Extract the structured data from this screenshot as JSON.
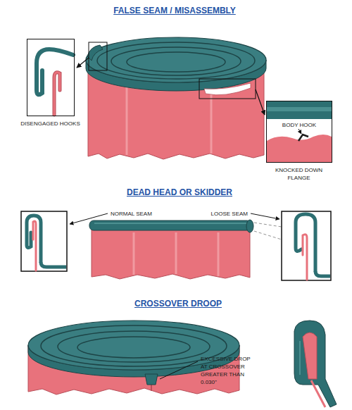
{
  "diagram": {
    "nodes": [
      {
        "text": [
          "DISENGAGED HOOKS"
        ]
      },
      {
        "text": [
          "KNOCKED DOWN FLANGE",
          "BODY HOOK"
        ]
      }
    ],
    "labels": [
      "FALSE SEAM / MISASSEMBLY",
      "DEAD HEAD OR SKIDDER",
      "NORMAL SEAM",
      "LOOSE SEAM",
      "CROSSOVER DROOP",
      "EXCESSIVE DROP AT CROSSOVER GREATER THAN 0.030\""
    ]
  }
}
